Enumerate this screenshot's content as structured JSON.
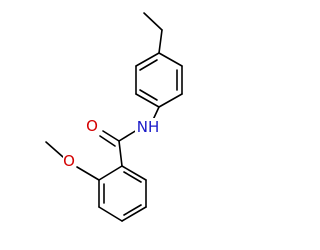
{
  "molecule": {
    "atoms": {
      "oxygen_carbonyl": {
        "label": "O",
        "color": "#d40000"
      },
      "nitrogen_amide": {
        "label": "NH",
        "color": "#1a1ac8"
      },
      "oxygen_methoxy": {
        "label": "O",
        "color": "#d40000"
      }
    }
  }
}
